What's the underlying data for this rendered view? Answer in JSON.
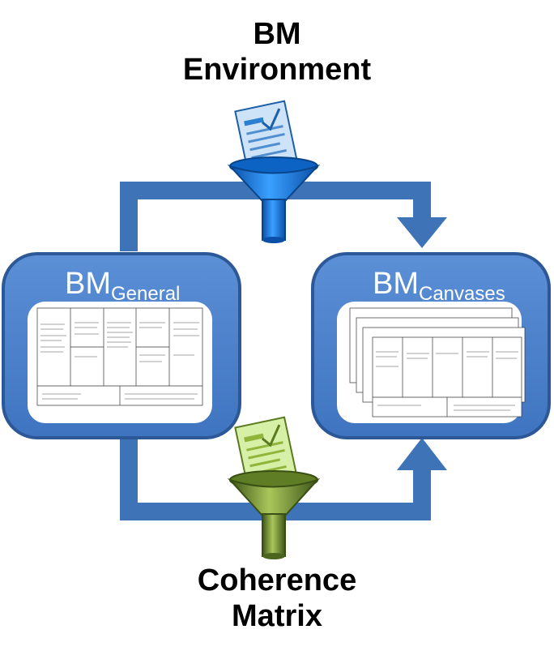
{
  "top_title": {
    "line1": "BM",
    "line2": "Environment"
  },
  "bottom_title": {
    "line1": "Coherence",
    "line2": "Matrix"
  },
  "general_box": {
    "main": "BM",
    "sub": "General"
  },
  "canvases_box": {
    "main": "BM",
    "sub": "Canvases"
  },
  "colors": {
    "box_fill": "#4f81c7",
    "box_border": "#2e5aa0",
    "arrow": "#3f73b7",
    "top_funnel": "#1f7fe0",
    "bottom_funnel": "#7a9a3a",
    "doc_blue": "#cfe3f8",
    "doc_green": "#d6f0a8"
  },
  "icons": [
    "blue-funnel-icon",
    "green-funnel-icon",
    "document-icon"
  ]
}
